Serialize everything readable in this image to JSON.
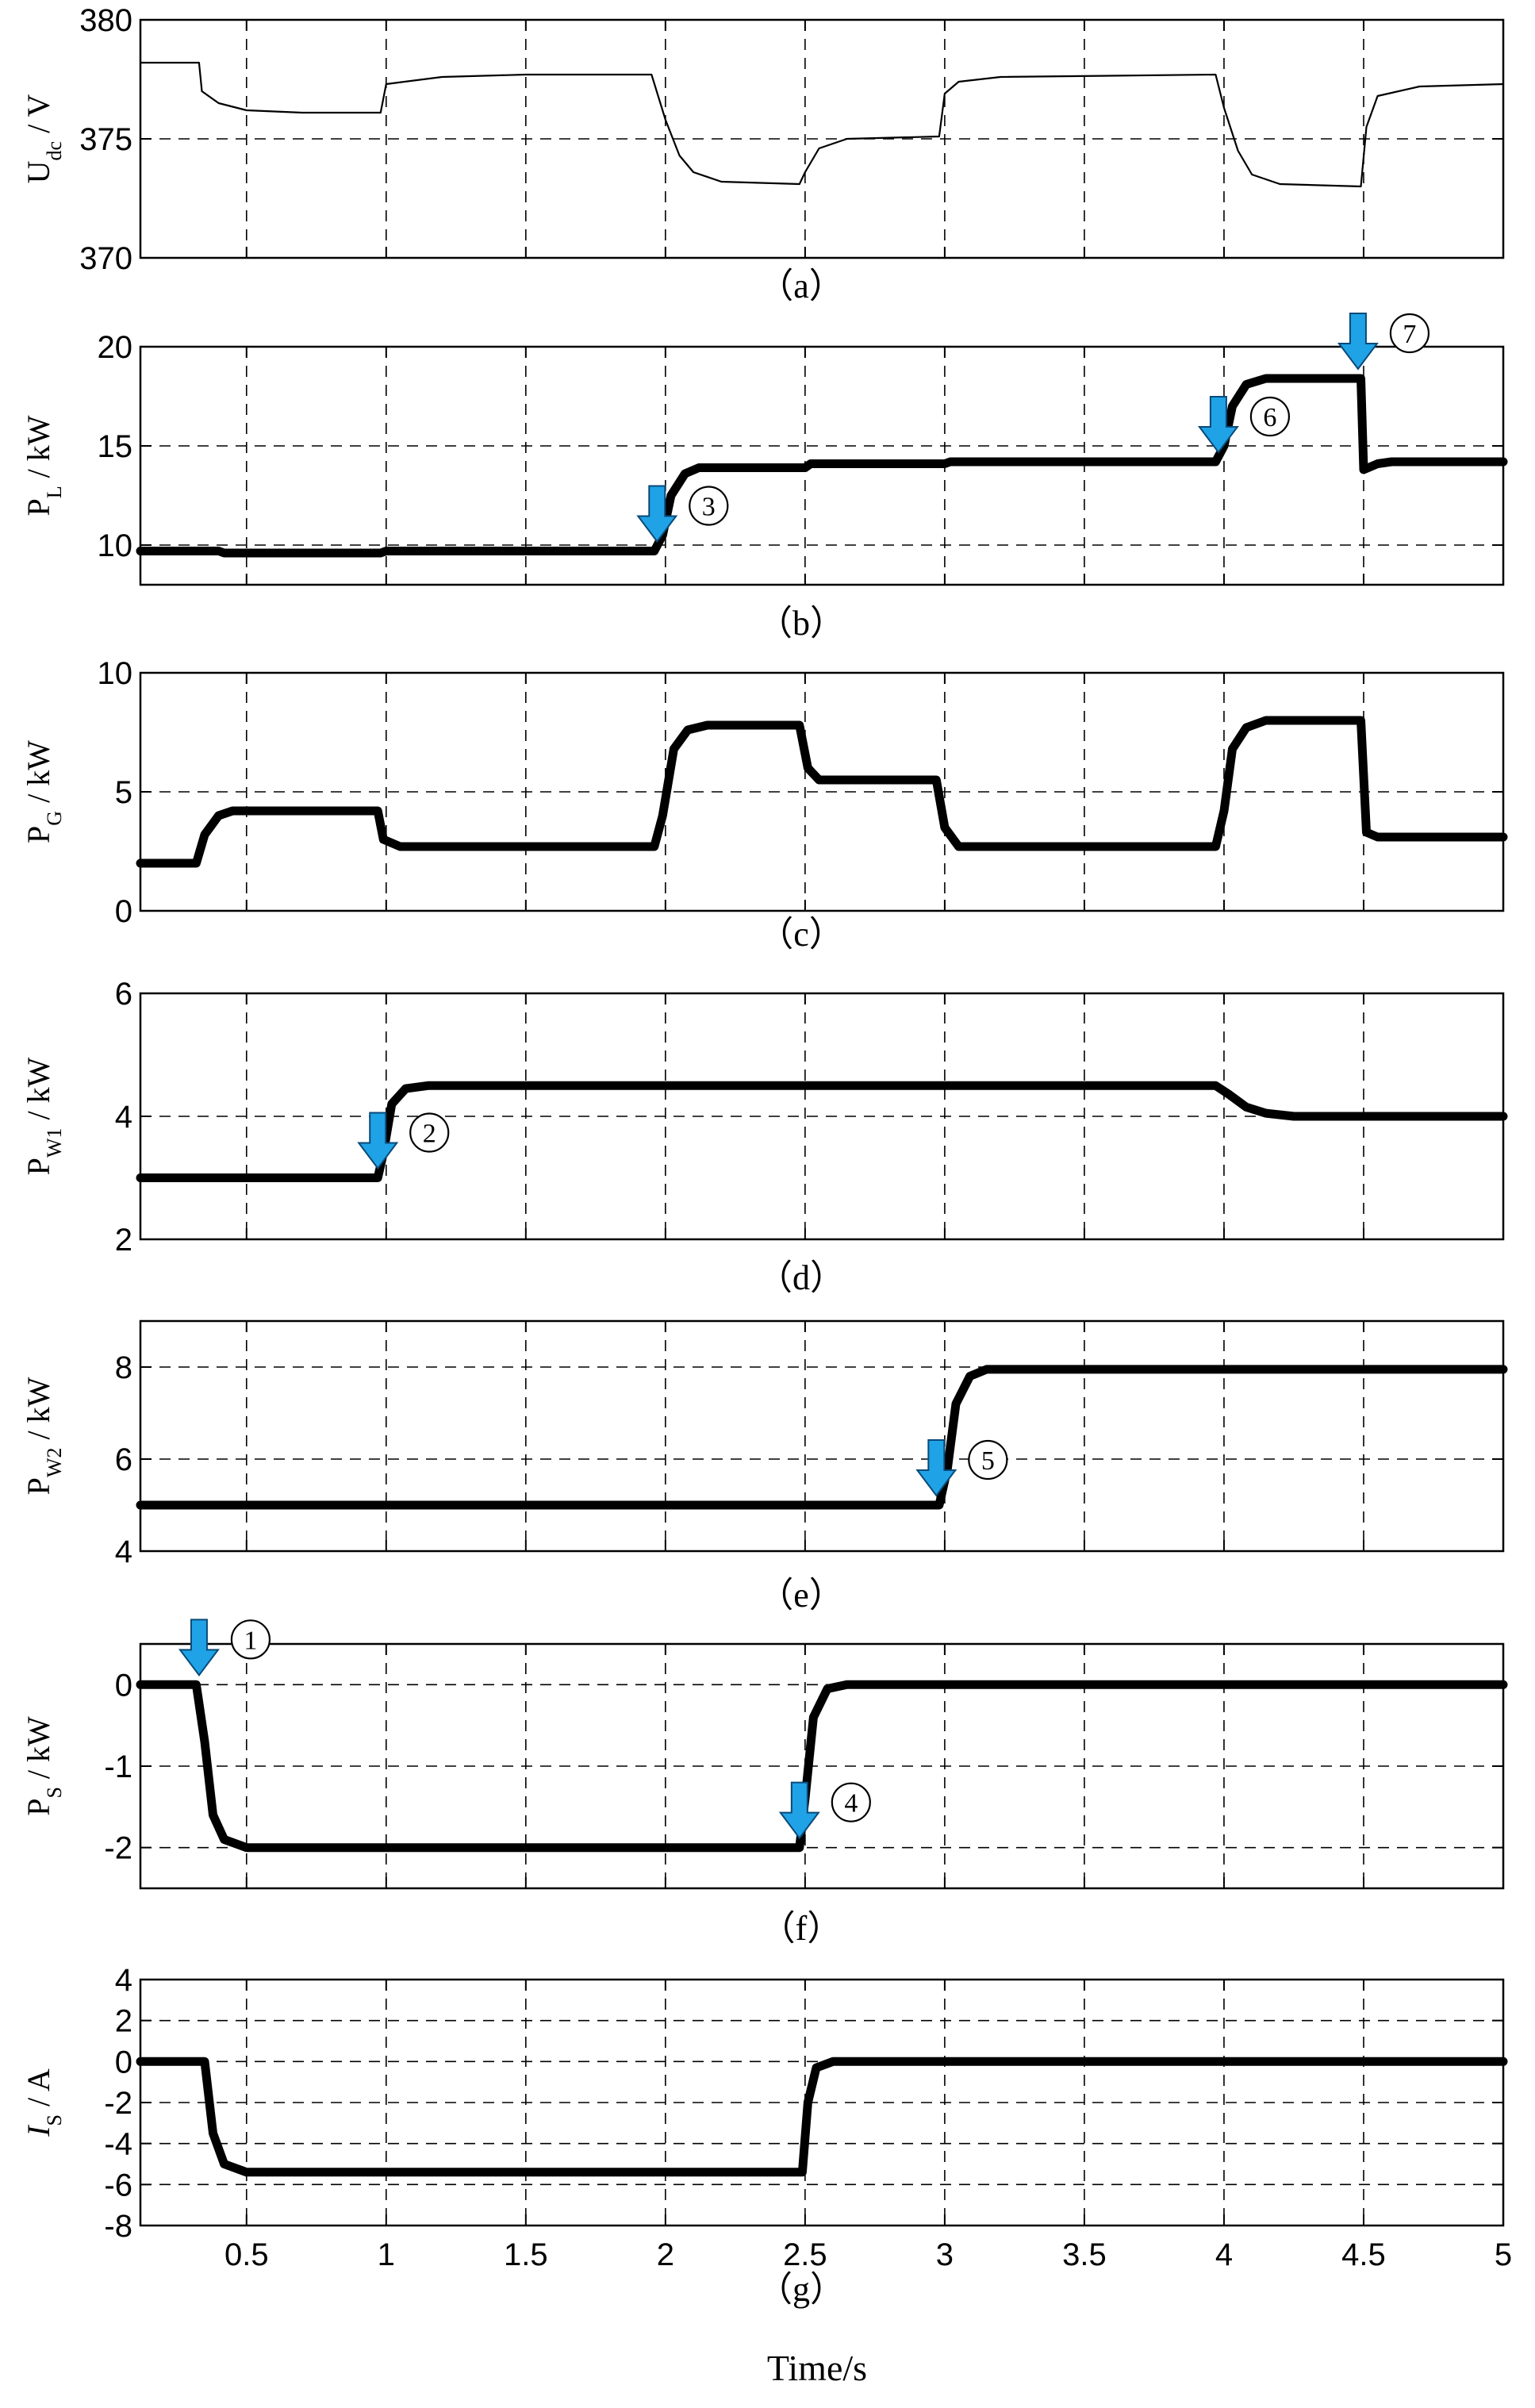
{
  "figure": {
    "xlabel": "Time/s"
  },
  "chart_data": [
    {
      "id": "a",
      "type": "line",
      "caption": "（a）",
      "ylabel": {
        "main": "U",
        "sub": "dc",
        "unit": " / V"
      },
      "ylim": [
        370,
        380
      ],
      "yticks": [
        370,
        375,
        380
      ],
      "grid": true,
      "series": [
        {
          "kind": "thin",
          "points": [
            [
              0.12,
              378.2
            ],
            [
              0.33,
              378.2
            ],
            [
              0.34,
              377.0
            ],
            [
              0.4,
              376.5
            ],
            [
              0.5,
              376.2
            ],
            [
              0.7,
              376.1
            ],
            [
              0.98,
              376.1
            ],
            [
              1.0,
              377.3
            ],
            [
              1.2,
              377.6
            ],
            [
              1.5,
              377.7
            ],
            [
              1.95,
              377.7
            ],
            [
              2.0,
              375.8
            ],
            [
              2.05,
              374.3
            ],
            [
              2.1,
              373.6
            ],
            [
              2.2,
              373.2
            ],
            [
              2.48,
              373.1
            ],
            [
              2.5,
              373.6
            ],
            [
              2.55,
              374.6
            ],
            [
              2.65,
              375.0
            ],
            [
              2.98,
              375.1
            ],
            [
              3.0,
              376.9
            ],
            [
              3.05,
              377.4
            ],
            [
              3.2,
              377.6
            ],
            [
              3.97,
              377.7
            ],
            [
              4.0,
              376.3
            ],
            [
              4.05,
              374.5
            ],
            [
              4.1,
              373.5
            ],
            [
              4.2,
              373.1
            ],
            [
              4.49,
              373.0
            ],
            [
              4.51,
              375.5
            ],
            [
              4.55,
              376.8
            ],
            [
              4.7,
              377.2
            ],
            [
              5.0,
              377.3
            ]
          ]
        }
      ],
      "annotations": []
    },
    {
      "id": "b",
      "type": "line",
      "caption": "（b）",
      "ylabel": {
        "main": "P",
        "sub": "L",
        "unit": " / kW"
      },
      "ylim": [
        8,
        20
      ],
      "yticks": [
        10,
        15,
        20
      ],
      "grid": true,
      "series": [
        {
          "kind": "thick",
          "points": [
            [
              0.12,
              9.7
            ],
            [
              0.4,
              9.7
            ],
            [
              0.42,
              9.6
            ],
            [
              0.98,
              9.6
            ],
            [
              1.0,
              9.7
            ],
            [
              1.96,
              9.7
            ],
            [
              1.99,
              10.5
            ],
            [
              2.02,
              12.5
            ],
            [
              2.07,
              13.6
            ],
            [
              2.12,
              13.9
            ],
            [
              2.5,
              13.9
            ],
            [
              2.52,
              14.1
            ],
            [
              3.0,
              14.1
            ],
            [
              3.02,
              14.2
            ],
            [
              3.97,
              14.2
            ],
            [
              4.0,
              15.0
            ],
            [
              4.03,
              17.0
            ],
            [
              4.08,
              18.1
            ],
            [
              4.15,
              18.4
            ],
            [
              4.49,
              18.4
            ],
            [
              4.5,
              13.8
            ],
            [
              4.55,
              14.1
            ],
            [
              4.6,
              14.2
            ],
            [
              5.0,
              14.2
            ]
          ]
        }
      ],
      "annotations": [
        {
          "x": 1.97,
          "label": "3"
        },
        {
          "x": 3.98,
          "label": "6"
        },
        {
          "x": 4.48,
          "label": "7"
        }
      ]
    },
    {
      "id": "c",
      "type": "line",
      "caption": "（c）",
      "ylabel": {
        "main": "P",
        "sub": "G",
        "unit": " / kW"
      },
      "ylim": [
        0,
        10
      ],
      "yticks": [
        0,
        5,
        10
      ],
      "grid": true,
      "series": [
        {
          "kind": "thick",
          "points": [
            [
              0.12,
              2.0
            ],
            [
              0.32,
              2.0
            ],
            [
              0.35,
              3.2
            ],
            [
              0.4,
              4.0
            ],
            [
              0.45,
              4.2
            ],
            [
              0.97,
              4.2
            ],
            [
              0.99,
              3.0
            ],
            [
              1.05,
              2.7
            ],
            [
              1.96,
              2.7
            ],
            [
              1.99,
              4.0
            ],
            [
              2.03,
              6.8
            ],
            [
              2.08,
              7.6
            ],
            [
              2.15,
              7.8
            ],
            [
              2.48,
              7.8
            ],
            [
              2.51,
              6.0
            ],
            [
              2.55,
              5.5
            ],
            [
              2.97,
              5.5
            ],
            [
              3.0,
              3.5
            ],
            [
              3.05,
              2.7
            ],
            [
              3.97,
              2.7
            ],
            [
              4.0,
              4.2
            ],
            [
              4.03,
              6.8
            ],
            [
              4.08,
              7.7
            ],
            [
              4.15,
              8.0
            ],
            [
              4.49,
              8.0
            ],
            [
              4.51,
              3.3
            ],
            [
              4.55,
              3.1
            ],
            [
              5.0,
              3.1
            ]
          ]
        }
      ],
      "annotations": []
    },
    {
      "id": "d",
      "type": "line",
      "caption": "（d）",
      "ylabel": {
        "main": "P",
        "sub": "W1",
        "unit": " / kW"
      },
      "ylim": [
        2,
        6
      ],
      "yticks": [
        2,
        4,
        6
      ],
      "grid": true,
      "series": [
        {
          "kind": "thick",
          "points": [
            [
              0.12,
              3.0
            ],
            [
              0.97,
              3.0
            ],
            [
              0.99,
              3.4
            ],
            [
              1.02,
              4.2
            ],
            [
              1.07,
              4.45
            ],
            [
              1.15,
              4.5
            ],
            [
              3.97,
              4.5
            ],
            [
              4.02,
              4.35
            ],
            [
              4.08,
              4.15
            ],
            [
              4.15,
              4.05
            ],
            [
              4.25,
              4.0
            ],
            [
              5.0,
              4.0
            ]
          ]
        }
      ],
      "annotations": [
        {
          "x": 0.97,
          "label": "2"
        }
      ]
    },
    {
      "id": "e",
      "type": "line",
      "caption": "（e）",
      "ylabel": {
        "main": "P",
        "sub": "W2",
        "unit": " / kW"
      },
      "ylim": [
        4,
        9
      ],
      "yticks": [
        4,
        6,
        8
      ],
      "grid": true,
      "series": [
        {
          "kind": "thick",
          "points": [
            [
              0.12,
              5.0
            ],
            [
              2.98,
              5.0
            ],
            [
              3.01,
              5.8
            ],
            [
              3.04,
              7.2
            ],
            [
              3.09,
              7.8
            ],
            [
              3.15,
              7.95
            ],
            [
              5.0,
              7.95
            ]
          ]
        }
      ],
      "annotations": [
        {
          "x": 2.97,
          "label": "5"
        }
      ]
    },
    {
      "id": "f",
      "type": "line",
      "caption": "（f）",
      "ylabel": {
        "main": "P",
        "sub": "S",
        "unit": " / kW"
      },
      "ylim": [
        -2.5,
        0.5
      ],
      "yticks": [
        -2,
        -1,
        0
      ],
      "grid": true,
      "series": [
        {
          "kind": "thick",
          "points": [
            [
              0.12,
              0.0
            ],
            [
              0.32,
              0.0
            ],
            [
              0.35,
              -0.7
            ],
            [
              0.38,
              -1.6
            ],
            [
              0.42,
              -1.9
            ],
            [
              0.5,
              -2.0
            ],
            [
              2.48,
              -2.0
            ],
            [
              2.5,
              -1.4
            ],
            [
              2.53,
              -0.4
            ],
            [
              2.58,
              -0.05
            ],
            [
              2.65,
              0.0
            ],
            [
              5.0,
              0.0
            ]
          ]
        }
      ],
      "annotations": [
        {
          "x": 0.33,
          "label": "1"
        },
        {
          "x": 2.48,
          "label": "4"
        }
      ]
    },
    {
      "id": "g",
      "type": "line",
      "caption": "（g）",
      "ylabel": {
        "main": "I",
        "sub": "S",
        "unit": " / A",
        "italic": true
      },
      "ylim": [
        -8,
        4
      ],
      "yticks": [
        -8,
        -6,
        -4,
        -2,
        0,
        2,
        4
      ],
      "grid": true,
      "xticks": [
        0.5,
        1,
        1.5,
        2,
        2.5,
        3,
        3.5,
        4,
        4.5,
        5
      ],
      "series": [
        {
          "kind": "thick",
          "points": [
            [
              0.12,
              0.0
            ],
            [
              0.35,
              0.0
            ],
            [
              0.38,
              -3.5
            ],
            [
              0.42,
              -5.0
            ],
            [
              0.5,
              -5.4
            ],
            [
              2.49,
              -5.4
            ],
            [
              2.51,
              -2.0
            ],
            [
              2.54,
              -0.3
            ],
            [
              2.6,
              0.0
            ],
            [
              5.0,
              0.0
            ]
          ]
        }
      ],
      "annotations": []
    }
  ],
  "xlim": [
    0.12,
    5.0
  ],
  "xticks": [
    0.5,
    1,
    1.5,
    2,
    2.5,
    3,
    3.5,
    4,
    4.5,
    5
  ],
  "xtick_labels": [
    "0.5",
    "1",
    "1.5",
    "2",
    "2.5",
    "3",
    "3.5",
    "4",
    "4.5",
    "5"
  ],
  "colors": {
    "line": "#000000",
    "grid": "#000000",
    "arrow": "#1fa3e6",
    "arrow_stroke": "#0a4a78"
  }
}
